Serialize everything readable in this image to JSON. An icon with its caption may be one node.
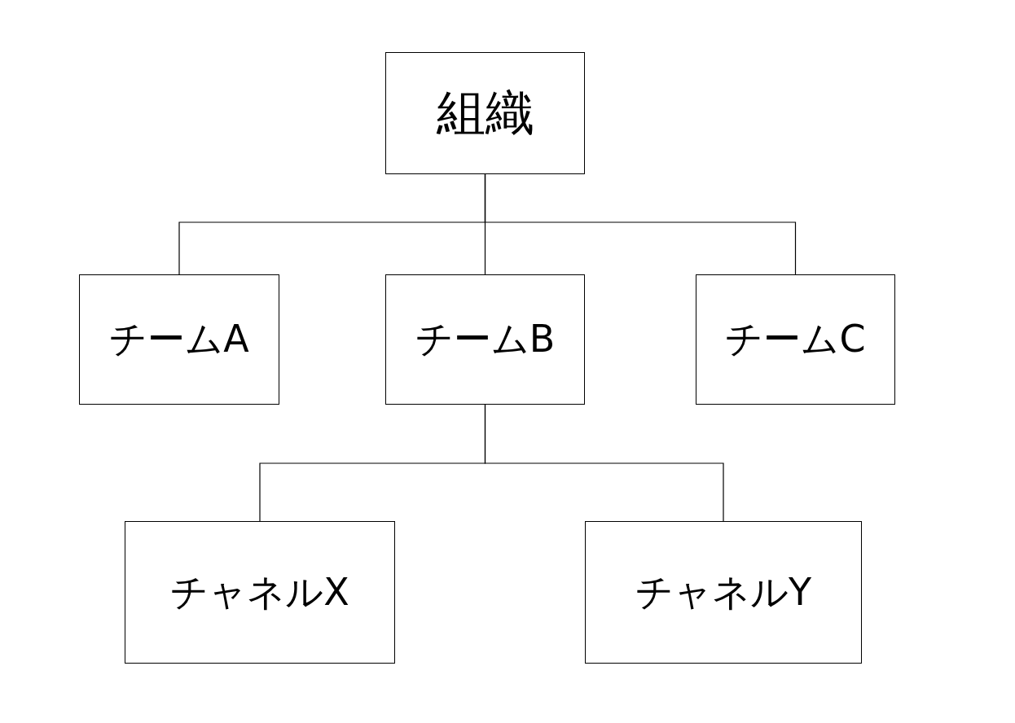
{
  "diagram": {
    "nodes": [
      {
        "text": [
          "組織"
        ]
      },
      {
        "text": [
          "チームA"
        ]
      },
      {
        "text": [
          "チームB"
        ]
      },
      {
        "text": [
          "チームC"
        ]
      },
      {
        "text": [
          "チャネルX"
        ]
      },
      {
        "text": [
          "チャネルY"
        ]
      }
    ],
    "edges": [
      {
        "from": 0,
        "to": 1,
        "arrow": "none"
      },
      {
        "from": 0,
        "to": 2,
        "arrow": "none"
      },
      {
        "from": 0,
        "to": 3,
        "arrow": "none"
      },
      {
        "from": 2,
        "to": 4,
        "arrow": "none"
      },
      {
        "from": 2,
        "to": 5,
        "arrow": "none"
      }
    ]
  }
}
